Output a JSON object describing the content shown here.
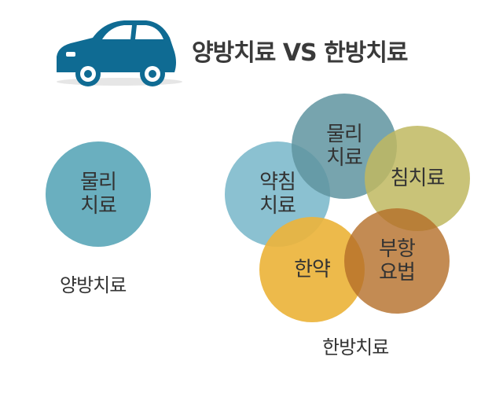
{
  "title": "양방치료 VS 한방치료",
  "left": {
    "circle_label": "물리\n치료",
    "caption": "양방치료"
  },
  "right": {
    "circles": [
      {
        "id": "yakchim",
        "label": "약침\n치료"
      },
      {
        "id": "physical",
        "label": "물리\n치료"
      },
      {
        "id": "chim",
        "label": "침치료"
      },
      {
        "id": "hanyak",
        "label": "한약"
      },
      {
        "id": "buhang",
        "label": "부항\n요법"
      }
    ],
    "caption": "한방치료"
  },
  "colors": {
    "car_body": "#0f6b93",
    "physical_left": "#6aafbf",
    "yakchim": "#6ab0c4",
    "physical": "#5f94a0",
    "chim": "#c0b860",
    "hanyak": "#ecb43c",
    "buhang": "#b46e28"
  },
  "icon": "car-icon"
}
